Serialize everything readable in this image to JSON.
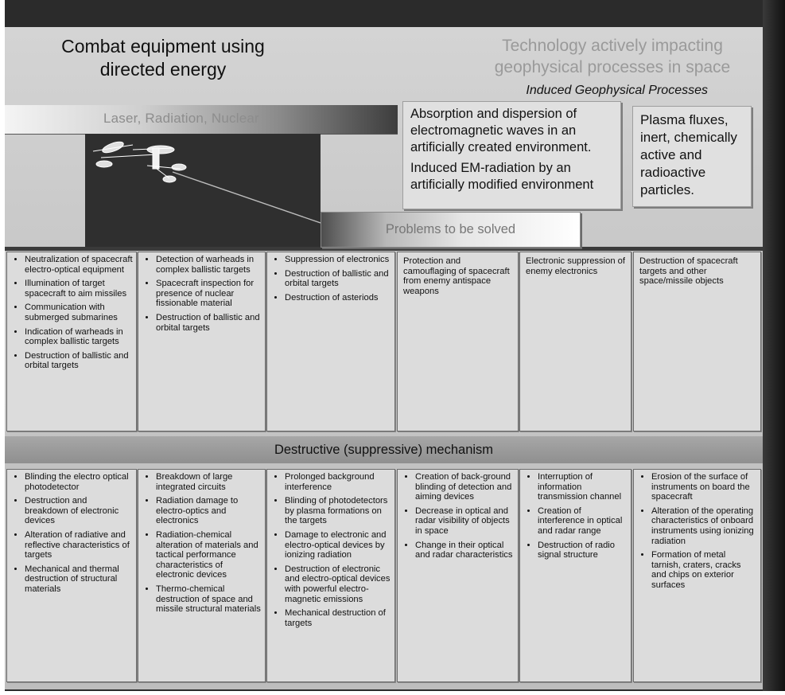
{
  "header": {
    "left_title_line1": "Combat equipment using",
    "left_title_line2": "directed energy",
    "right_title_line1": "Technology actively impacting",
    "right_title_line2": "geophysical processes in space",
    "subtitle": "Induced Geophysical Processes"
  },
  "laser_bar": {
    "label": "Laser,   Radiation,   Nuclear"
  },
  "absorption_box": {
    "paragraph1": "Absorption and dispersion of electromagnetic waves in an artificially created environment.",
    "paragraph2": "Induced EM-radiation by an artificially modified environment"
  },
  "plasma_box": {
    "text": "Plasma fluxes, inert, chemically active and radioactive particles."
  },
  "problems_bar": {
    "label": "Problems to be solved"
  },
  "problems": [
    {
      "items": [
        "Neutralization of spacecraft electro-optical equipment",
        "Illumination of target spacecraft to aim missiles",
        "Communication with submerged submarines",
        "Indication of warheads in complex ballistic targets",
        "Destruction of ballistic and orbital targets"
      ]
    },
    {
      "items": [
        "Detection of warheads in complex ballistic targets",
        "Spacecraft inspection for presence of nuclear fissionable material",
        "Destruction of ballistic and orbital targets"
      ]
    },
    {
      "items": [
        "Suppression of electronics",
        "Destruction of ballistic and orbital targets",
        "Destruction of asteriods"
      ]
    },
    {
      "text": "Protection and camouflaging of spacecraft from enemy antispace weapons"
    },
    {
      "text": "Electronic suppression of enemy electronics"
    },
    {
      "text": "Destruction of spacecraft targets and other space/missile objects"
    }
  ],
  "mechanism_bar": {
    "label": "Destructive (suppressive) mechanism"
  },
  "mechanisms": [
    {
      "items": [
        "Blinding the electro optical photodetector",
        "Destruction and breakdown of electronic devices",
        "Alteration of radiative and reflective characteristics of targets",
        "Mechanical and thermal destruction of structural materials"
      ]
    },
    {
      "items": [
        "Breakdown of large integrated circuits",
        "Radiation damage to electro-optics and electronics",
        "Radiation-chemical alteration of materials and tactical performance characteristics of electronic devices",
        "Thermo-chemical destruction of space and missile structural materials"
      ]
    },
    {
      "items": [
        "Prolonged background interference",
        "Blinding of photodetectors by plasma formations on the targets",
        "Damage to electronic and electro-optical devices by ionizing radiation",
        "Destruction of electronic and electro-optical devices with powerful electro-magnetic emissions",
        "Mechanical destruction of targets"
      ]
    },
    {
      "items": [
        "Creation of back-ground blinding of detection and aiming devices",
        "Decrease in optical and radar visibility of objects in space",
        "Change in their optical and radar characteristics"
      ]
    },
    {
      "items": [
        "Interruption of information transmission channel",
        "Creation of interference in optical and radar range",
        "Destruction of radio signal structure"
      ]
    },
    {
      "items": [
        "Erosion of the surface of instruments on board the spacecraft",
        "Alteration of the operating characteristics of onboard instruments using ionizing radiation",
        "Formation of metal tarnish, craters, cracks and chips on exterior surfaces"
      ]
    }
  ]
}
